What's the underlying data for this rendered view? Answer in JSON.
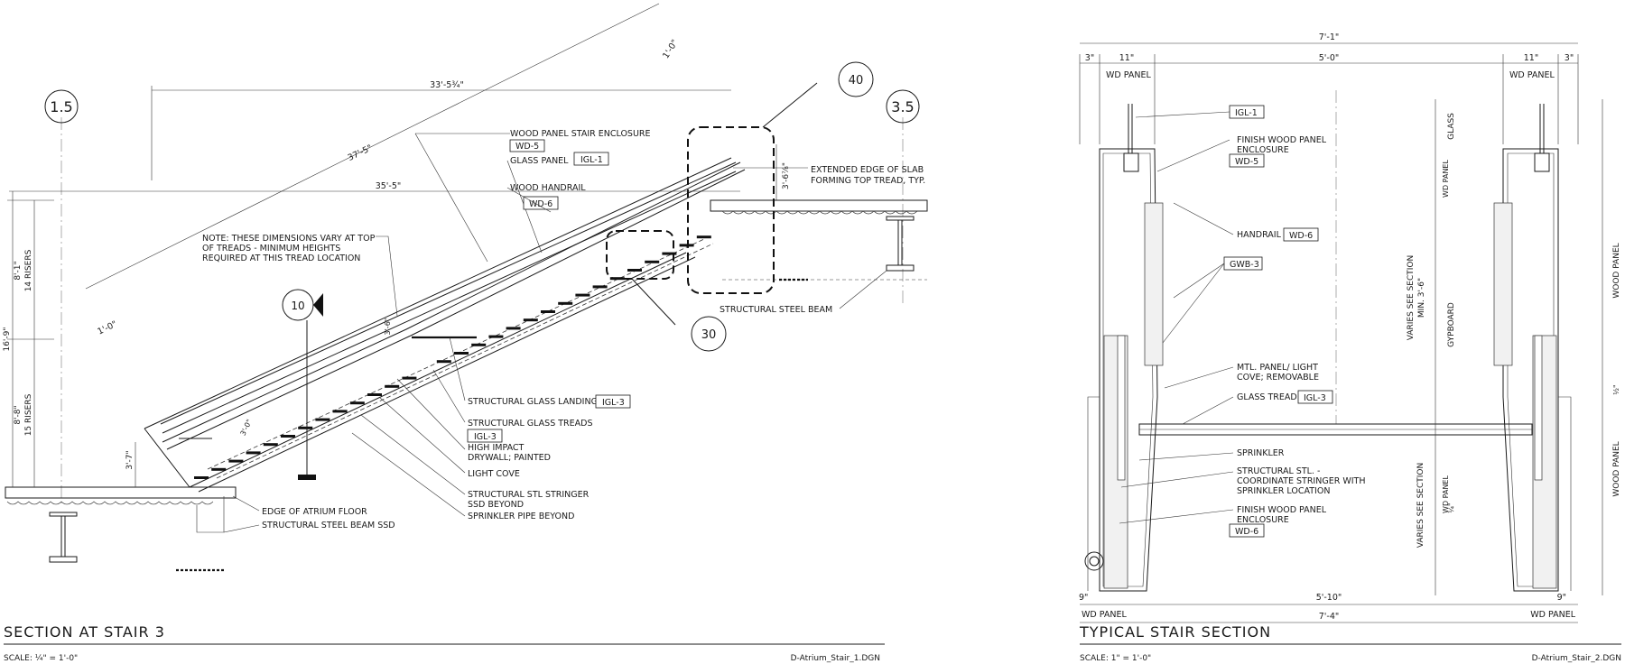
{
  "left": {
    "title": "SECTION AT STAIR 3",
    "scale": "SCALE: ¼\" = 1'-0\"",
    "file": "D-Atrium_Stair_1.DGN",
    "grid_a": "1.5",
    "grid_b": "3.5",
    "bubble_40": "40",
    "bubble_30": "30",
    "bubble_10": "10",
    "dims": {
      "d_33_5": "33'-5¾\"",
      "d_37_5": "37'-5\"",
      "d_35_5": "35'-5\"",
      "d_1_0_top": "1'-0\"",
      "d_1_0_left": "1'-0\"",
      "d_3_6": "3'-6⅞\"",
      "d_8_1": "8'-1\"",
      "d_14r": "14 RISERS",
      "d_16_9": "16'-9\"",
      "d_8_8": "8'-8\"",
      "d_15r": "15 RISERS",
      "d_3_7": "3'-7\"",
      "d_3_6b": "3'-6\"",
      "d_3_0": "3'-0\""
    },
    "labels": {
      "wood_panel_enclosure": "WOOD PANEL STAIR ENCLOSURE",
      "wd5": "WD-5",
      "glass_panel": "GLASS PANEL",
      "igl1": "IGL-1",
      "wood_handrail": "WOOD HANDRAIL",
      "wd6": "WD-6",
      "ext_edge_1": "EXTENDED EDGE OF SLAB",
      "ext_edge_2": "FORMING TOP TREAD, TYP.",
      "note_1": "NOTE: THESE DIMENSIONS VARY AT TOP",
      "note_2": "OF  TREADS - MINIMUM HEIGHTS",
      "note_3": "REQUIRED AT THIS TREAD LOCATION",
      "struct_beam": "STRUCTURAL STEEL BEAM",
      "glass_landing": "STRUCTURAL GLASS LANDING",
      "igl3a": "IGL-3",
      "glass_treads": "STRUCTURAL GLASS TREADS",
      "igl3b": "IGL-3",
      "high_impact_1": "HIGH IMPACT",
      "high_impact_2": "DRYWALL; PAINTED",
      "light_cove": "LIGHT COVE",
      "stringer_1": "STRUCTURAL STL STRINGER",
      "stringer_2": "SSD BEYOND",
      "sprinkler": "SPRINKLER PIPE BEYOND",
      "atrium_edge": "EDGE OF ATRIUM FLOOR",
      "beam_ssd": "STRUCTURAL STEEL BEAM SSD"
    }
  },
  "right": {
    "title": "TYPICAL STAIR SECTION",
    "scale": "SCALE: 1\" = 1'-0\"",
    "file": "D-Atrium_Stair_2.DGN",
    "dims": {
      "top_total": "7'-1\"",
      "t3a": "3\"",
      "t11a": "11\"",
      "t5_0": "5'-0\"",
      "t11b": "11\"",
      "t3b": "3\"",
      "wd_panel_tl": "WD PANEL",
      "wd_panel_tr": "WD PANEL",
      "b9a": "9\"",
      "b5_10": "5'-10\"",
      "b9b": "9\"",
      "wd_panel_bl": "WD PANEL",
      "wd_panel_br": "WD PANEL",
      "bottom_total": "7'-4\"",
      "v_varies_1": "VARIES SEE SECTION",
      "v_min": "MIN. 3'-6\"",
      "v_varies_2": "VARIES SEE SECTION",
      "v_gypboard": "GYPBOARD",
      "v_glass": "GLASS",
      "v_wd_panel_1": "WD PANEL",
      "v_wd_panel_2": "WD PANEL",
      "v_wood_panel_1": "WOOD PANEL",
      "v_wood_panel_2": "WOOD PANEL",
      "v_half": "½\"",
      "v_quarter": "¼\""
    },
    "labels": {
      "igl1": "IGL-1",
      "finish_wood_1": "FINISH WOOD PANEL",
      "finish_wood_2": "ENCLOSURE",
      "wd5": "WD-5",
      "handrail": "HANDRAIL",
      "wd6a": "WD-6",
      "gwb3": "GWB-3",
      "mtl_1": "MTL. PANEL/ LIGHT",
      "mtl_2": "COVE; REMOVABLE",
      "glass_tread": "GLASS TREAD",
      "igl3": "IGL-3",
      "sprinkler": "SPRINKLER",
      "stl_1": "STRUCTURAL STL. -",
      "stl_2": "COORDINATE STRINGER WITH",
      "stl_3": "SPRINKLER LOCATION",
      "finish_wood_b1": "FINISH WOOD PANEL",
      "finish_wood_b2": "ENCLOSURE",
      "wd6b": "WD-6"
    }
  }
}
